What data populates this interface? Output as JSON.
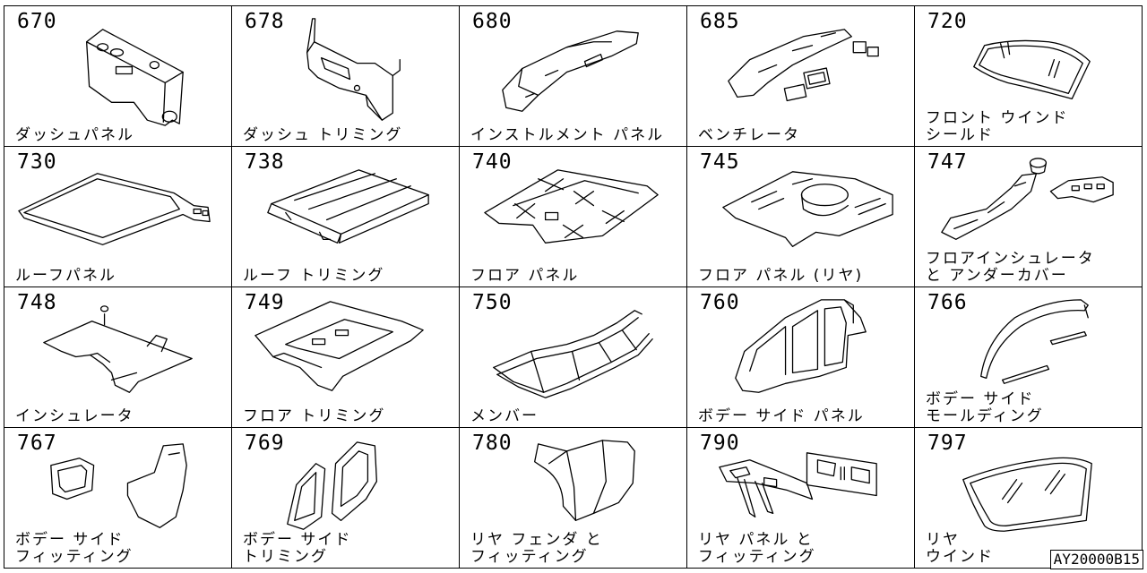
{
  "cells": [
    {
      "code": "670",
      "label": [
        "ダッシュパネル"
      ],
      "icon": "dash-panel-icon"
    },
    {
      "code": "678",
      "label": [
        "ダッシュ トリミング"
      ],
      "icon": "dash-trimming-icon"
    },
    {
      "code": "680",
      "label": [
        "インストルメント パネル"
      ],
      "icon": "instrument-panel-icon"
    },
    {
      "code": "685",
      "label": [
        "ベンチレータ"
      ],
      "icon": "ventilator-icon"
    },
    {
      "code": "720",
      "label": [
        "フロント ウインド",
        "シールド"
      ],
      "icon": "windshield-icon"
    },
    {
      "code": "730",
      "label": [
        "ルーフパネル"
      ],
      "icon": "roof-panel-icon"
    },
    {
      "code": "738",
      "label": [
        "ルーフ トリミング"
      ],
      "icon": "roof-trimming-icon"
    },
    {
      "code": "740",
      "label": [
        "フロア パネル"
      ],
      "icon": "floor-panel-icon"
    },
    {
      "code": "745",
      "label": [
        "フロア パネル (リヤ)"
      ],
      "icon": "rear-floor-panel-icon"
    },
    {
      "code": "747",
      "label": [
        "フロアインシュレータ",
        "と アンダーカバー"
      ],
      "icon": "floor-insulator-icon"
    },
    {
      "code": "748",
      "label": [
        "インシュレータ"
      ],
      "icon": "insulator-icon"
    },
    {
      "code": "749",
      "label": [
        "フロア トリミング"
      ],
      "icon": "floor-trimming-icon"
    },
    {
      "code": "750",
      "label": [
        "メンバー"
      ],
      "icon": "member-frame-icon"
    },
    {
      "code": "760",
      "label": [
        "ボデー サイド パネル"
      ],
      "icon": "body-side-panel-icon"
    },
    {
      "code": "766",
      "label": [
        "ボデー サイド",
        "モールディング"
      ],
      "icon": "body-side-molding-icon"
    },
    {
      "code": "767",
      "label": [
        "ボデー サイド",
        "フィッティング"
      ],
      "icon": "body-side-fitting-icon"
    },
    {
      "code": "769",
      "label": [
        "ボデー サイド",
        "トリミング"
      ],
      "icon": "body-side-trimming-icon"
    },
    {
      "code": "780",
      "label": [
        "リヤ フェンダ と",
        "フィッティング"
      ],
      "icon": "rear-fender-icon"
    },
    {
      "code": "790",
      "label": [
        "リヤ パネル と",
        "フィッティング"
      ],
      "icon": "rear-panel-icon"
    },
    {
      "code": "797",
      "label": [
        "リヤ",
        "ウインド"
      ],
      "icon": "rear-window-icon"
    }
  ],
  "diagram_code": "AY20000B15"
}
